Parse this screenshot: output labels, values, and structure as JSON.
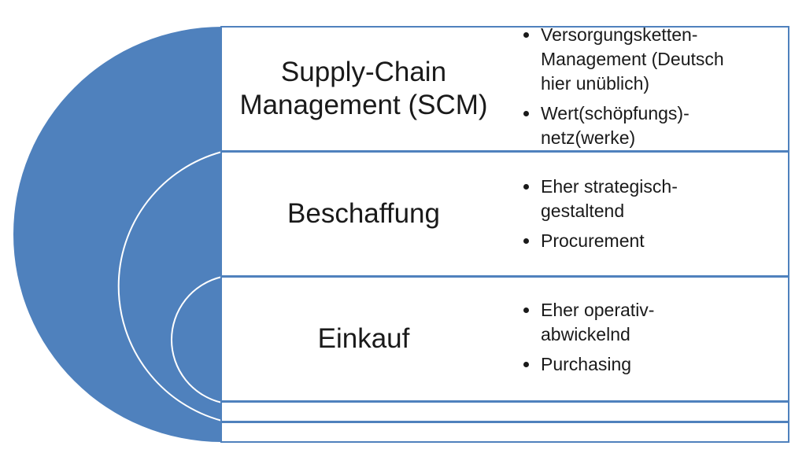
{
  "diagram": {
    "colors": {
      "accent": "#4f81bd",
      "border": "#4f81bd",
      "arc": "#ffffff",
      "text": "#1a1a1a"
    },
    "levels": [
      {
        "title_lines": [
          "Supply-Chain",
          "Management (SCM)"
        ],
        "bullets": [
          [
            "Versorgungsketten-",
            "Management (Deutsch",
            "hier unüblich)"
          ],
          [
            "Wert(schöpfungs)-",
            "netz(werke)"
          ]
        ]
      },
      {
        "title_lines": [
          "Beschaffung"
        ],
        "bullets": [
          [
            "Eher strategisch-",
            "gestaltend"
          ],
          [
            "Procurement"
          ]
        ]
      },
      {
        "title_lines": [
          "Einkauf"
        ],
        "bullets": [
          [
            "Eher operativ-",
            "abwickelnd"
          ],
          [
            "Purchasing"
          ]
        ]
      }
    ]
  }
}
